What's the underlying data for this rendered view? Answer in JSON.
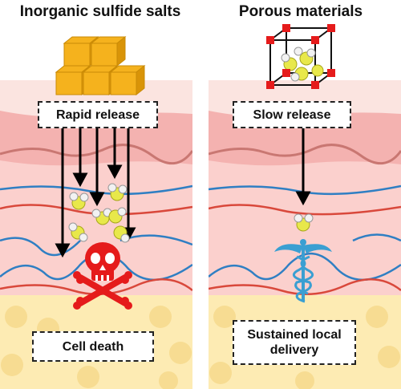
{
  "left_panel": {
    "title": "Inorganic sulfide salts",
    "release_label": "Rapid release",
    "outcome_label": "Cell death",
    "icons": [
      "sulfide-cube-stack-icon",
      "skull-crossbones-icon"
    ]
  },
  "right_panel": {
    "title": "Porous materials",
    "release_label": "Slow release",
    "outcome_label": "Sustained local\ndelivery",
    "icons": [
      "porous-cage-icon",
      "caduceus-icon"
    ]
  },
  "colors": {
    "skin_top": "#fbe4e0",
    "skin_band": "#f4b2b0",
    "dermis": "#fbd0cd",
    "fat": "#fdebb3",
    "vessel_blue": "#2f7fc3",
    "vessel_red": "#d9483b",
    "cube": "#f5b21d",
    "skull": "#e51b1b",
    "caduceus": "#3a9fd2"
  }
}
